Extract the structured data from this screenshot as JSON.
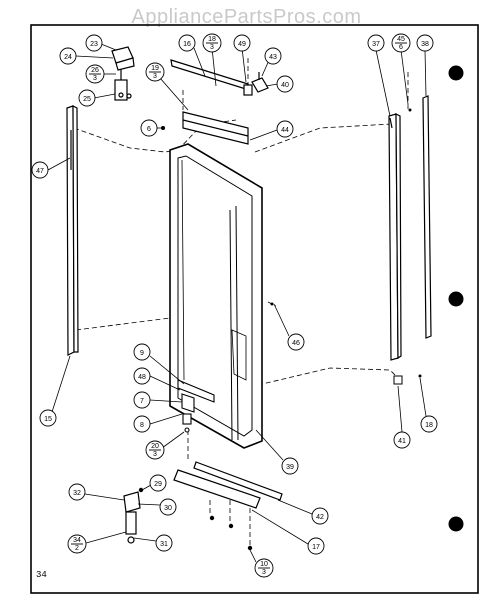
{
  "watermark": "AppliancePartsPros.com",
  "page_number": "34",
  "callouts": {
    "c23": "23",
    "c24": "24",
    "c26": "26",
    "c26b": "3",
    "c25": "25",
    "c16": "16",
    "c18": "18",
    "c18b": "3",
    "c49": "49",
    "c43": "43",
    "c40": "40",
    "c19": "19",
    "c19b": "3",
    "c6": "6",
    "c44": "44",
    "c47": "47",
    "c37": "37",
    "c45": "45",
    "c45b": "6",
    "c38": "38",
    "c46": "46",
    "c9": "9",
    "c48": "48",
    "c7": "7",
    "c8": "8",
    "c20": "20",
    "c20b": "3",
    "c15": "15",
    "c39": "39",
    "c41": "41",
    "c18r": "18",
    "c29": "29",
    "c32": "32",
    "c30": "30",
    "c34": "34",
    "c34b": "2",
    "c31": "31",
    "c42": "42",
    "c17": "17",
    "c10": "10",
    "c10b": "3"
  }
}
